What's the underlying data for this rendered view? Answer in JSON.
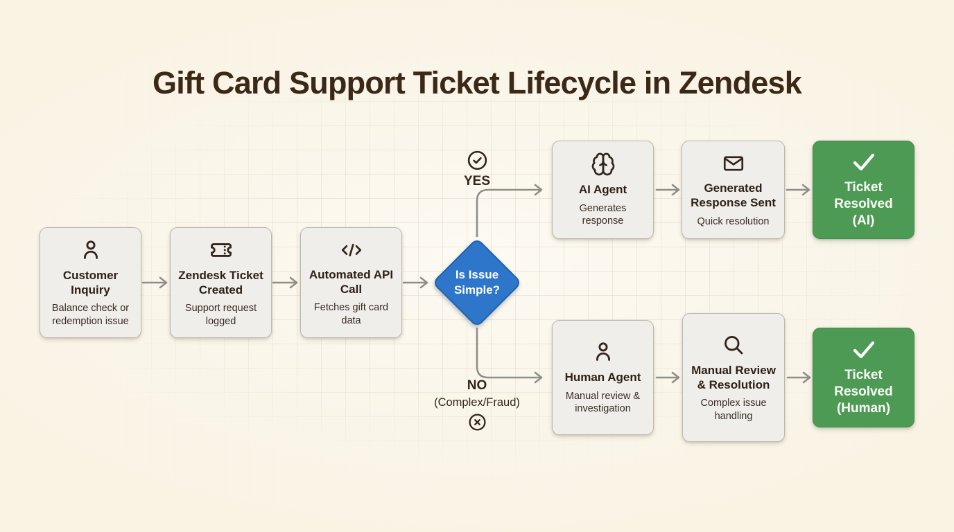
{
  "title": "Gift Card Support Ticket Lifecycle in Zendesk",
  "colors": {
    "background": "#faf5e9",
    "node_fill": "#efeeeb",
    "node_border": "#bdb8af",
    "decision_blue": "#2d76ca",
    "resolved_green": "#4d9a55",
    "arrow_gray": "#8e8e89",
    "text_dark_brown": "#33241a"
  },
  "diagram": {
    "main_flow": [
      {
        "title": "Customer Inquiry",
        "subtitle": "Balance check or redemption issue",
        "icon": "person-icon"
      },
      {
        "title": "Zendesk Ticket Created",
        "subtitle": "Support request logged",
        "icon": "ticket-icon"
      },
      {
        "title": "Automated API Call",
        "subtitle": "Fetches gift card data",
        "icon": "code-icon"
      }
    ],
    "decision": {
      "label": "Is Issue Simple?",
      "shape": "diamond"
    },
    "yes_branch": {
      "label": "YES",
      "icon": "check-circle-icon",
      "nodes": [
        {
          "title": "AI Agent",
          "subtitle": "Generates response",
          "icon": "brain-icon"
        },
        {
          "title": "Generated Response Sent",
          "subtitle": "Quick resolution",
          "icon": "envelope-icon"
        },
        {
          "title": "Ticket Resolved (AI)",
          "icon": "checkmark-icon"
        }
      ]
    },
    "no_branch": {
      "label": "NO",
      "sublabel": "(Complex/Fraud)",
      "icon": "x-circle-icon",
      "nodes": [
        {
          "title": "Human Agent",
          "subtitle": "Manual review & investigation",
          "icon": "person-icon"
        },
        {
          "title": "Manual Review & Resolution",
          "subtitle": "Complex issue handling",
          "icon": "search-icon"
        },
        {
          "title": "Ticket Resolved (Human)",
          "icon": "checkmark-icon"
        }
      ]
    }
  }
}
